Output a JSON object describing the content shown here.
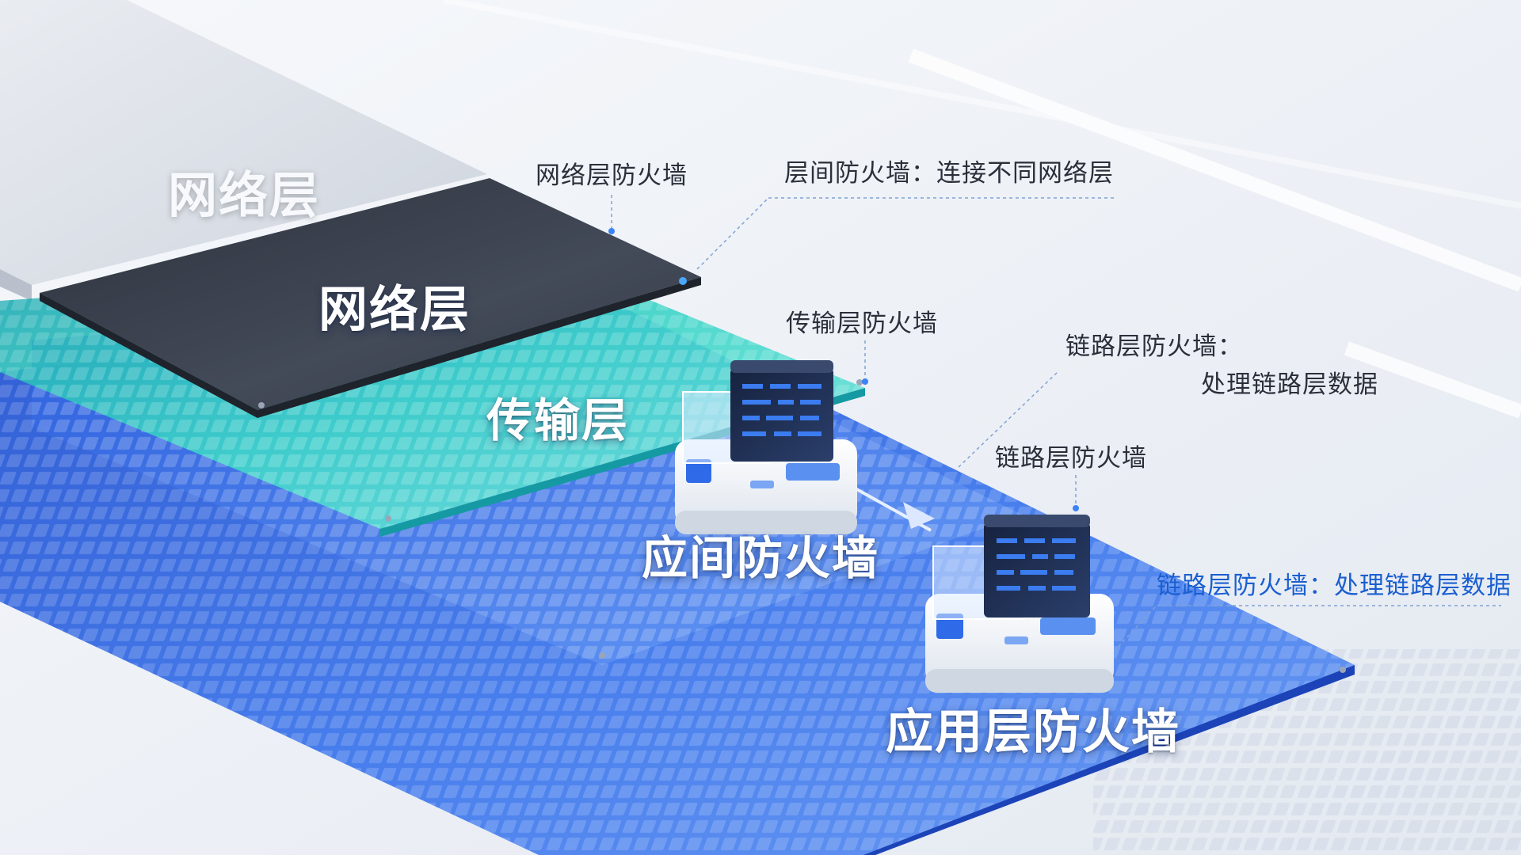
{
  "layers": {
    "top_network": "网络层",
    "dark_network": "网络层",
    "transport": "传输层",
    "inter_firewall": "应间防火墙",
    "application_firewall": "应用层防火墙"
  },
  "annotations": {
    "network_firewall": "网络层防火墙",
    "inter_layer_firewall": "层间防火墙：连接不同网络层",
    "transport_firewall": "传输层防火墙",
    "link_firewall_desc_line1": "链路层防火墙：",
    "link_firewall_desc_line2": "处理链路层数据",
    "link_firewall": "链路层防火墙",
    "link_firewall_blue": "链路层防火墙：处理链路层数据"
  },
  "colors": {
    "background": "#eef2f7",
    "network_plate": "#3b4250",
    "transport_plate": "#2fc6c0",
    "link_plate": "#2f6be8",
    "annotation_text": "#2a2f3a",
    "annotation_highlight": "#1a5fd0",
    "device_body": "#f4f7fb",
    "device_screen": "#1e2f55"
  },
  "icons": {
    "device_1": "firewall-appliance-icon",
    "device_2": "firewall-appliance-icon",
    "flow_arrow": "arrow-icon"
  }
}
